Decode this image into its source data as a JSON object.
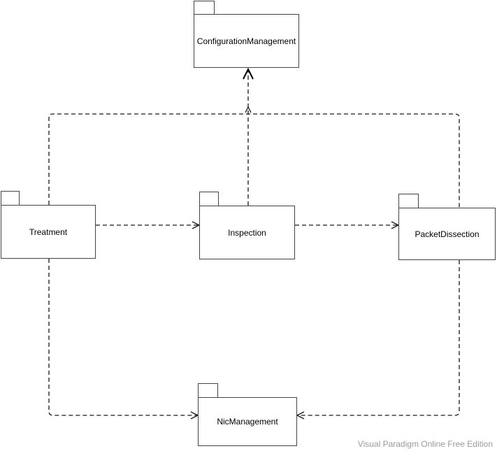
{
  "diagram": {
    "type": "uml-package-diagram",
    "background_color": "#ffffff",
    "line_color": "#1a1a1a",
    "border_color": "#454545",
    "text_color": "#000000",
    "packages": [
      {
        "id": "configuration-management",
        "label": "ConfigurationManagement"
      },
      {
        "id": "treatment",
        "label": "Treatment"
      },
      {
        "id": "inspection",
        "label": "Inspection"
      },
      {
        "id": "packet-dissection",
        "label": "PacketDissection"
      },
      {
        "id": "nic-management",
        "label": "NicManagement"
      }
    ],
    "edges": [
      {
        "from": "Treatment",
        "to": "Inspection",
        "style": "dashed",
        "arrow": "open"
      },
      {
        "from": "Inspection",
        "to": "PacketDissection",
        "style": "dashed",
        "arrow": "open"
      },
      {
        "from": "Inspection",
        "to": "ConfigurationManagement",
        "style": "dashed",
        "arrow": "open"
      },
      {
        "from": "Treatment",
        "to": "ConfigurationManagement",
        "style": "dashed",
        "arrow": "open"
      },
      {
        "from": "PacketDissection",
        "to": "ConfigurationManagement",
        "style": "dashed",
        "arrow": "open"
      },
      {
        "from": "Treatment",
        "to": "NicManagement",
        "style": "dashed",
        "arrow": "open"
      },
      {
        "from": "PacketDissection",
        "to": "NicManagement",
        "style": "dashed",
        "arrow": "open"
      }
    ],
    "watermark": "Visual Paradigm Online Free Edition"
  }
}
